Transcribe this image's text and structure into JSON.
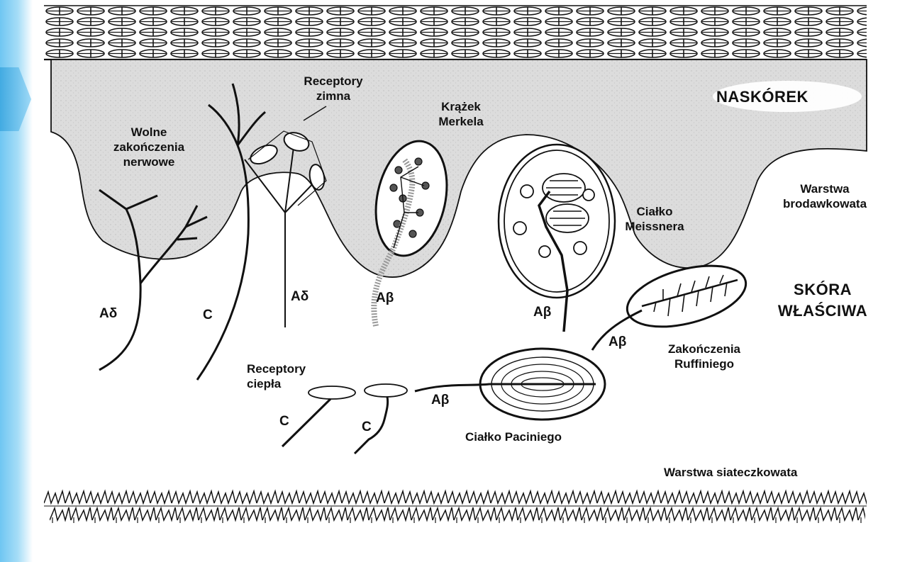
{
  "labels": {
    "naskorek": "NASKÓREK",
    "skora_wlasciwa": [
      "SKÓRA",
      "WŁAŚCIWA"
    ],
    "wolne_zakonczenia": [
      "Wolne",
      "zakończenia",
      "nerwowe"
    ],
    "receptory_zimna": [
      "Receptory",
      "zimna"
    ],
    "krazek_merkela": [
      "Krążek",
      "Merkela"
    ],
    "cialko_meissnera": [
      "Ciałko",
      "Meissnera"
    ],
    "warstwa_brodawkowata": [
      "Warstwa",
      "brodawkowata"
    ],
    "zakonczenia_ruffiniego": [
      "Zakończenia",
      "Ruffiniego"
    ],
    "receptory_ciepla": [
      "Receptory",
      "ciepła"
    ],
    "cialko_paciniego": "Ciałko Paciniego",
    "warstwa_siateczkowata": "Warstwa siateczkowata"
  },
  "fibers": {
    "a_delta": "Aδ",
    "c": "C",
    "a_beta": "Aβ"
  },
  "colors": {
    "epidermis_fill": "#dcdcdc",
    "ink": "#111111",
    "accent": "#6fc6f2"
  }
}
